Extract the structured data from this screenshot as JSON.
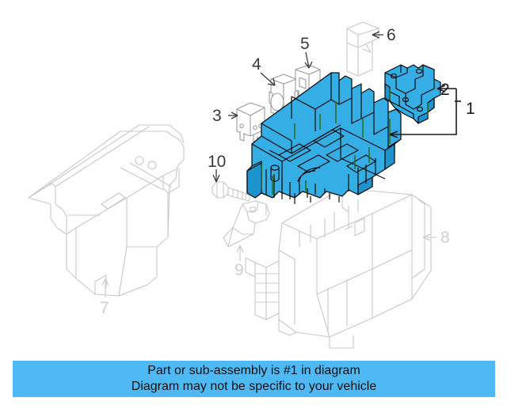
{
  "diagram": {
    "title": "Vehicle fuse box / relay box exploded parts diagram",
    "background_color": "#ffffff",
    "highlight_color": "#35aee6",
    "highlight_shadow_color": "#1f93cd",
    "ghost_outline_color": "#c8c8c8",
    "outline_color": "#9a9a9a",
    "callouts": [
      {
        "number": "1",
        "label_color": "#1a1a1a",
        "style": "bracket",
        "describes": "fuse-box-assembly-bracket",
        "highlighted": true
      },
      {
        "number": "2",
        "label_color": "#1a1a1a",
        "style": "arrow",
        "describes": "mounting-bracket",
        "highlighted": true
      },
      {
        "number": "3",
        "label_color": "#3a3a3a",
        "style": "arrow",
        "describes": "relay-small",
        "highlighted": false
      },
      {
        "number": "4",
        "label_color": "#3a3a3a",
        "style": "arrow",
        "describes": "relay-medium",
        "highlighted": false
      },
      {
        "number": "5",
        "label_color": "#3a3a3a",
        "style": "arrow",
        "describes": "blade-fuse",
        "highlighted": false
      },
      {
        "number": "6",
        "label_color": "#3a3a3a",
        "style": "arrow",
        "describes": "cartridge-fuse",
        "highlighted": false
      },
      {
        "number": "7",
        "label_color": "#cfcfcf",
        "style": "arrow",
        "describes": "fuse-box-cover",
        "highlighted": false
      },
      {
        "number": "8",
        "label_color": "#cfcfcf",
        "style": "arrow",
        "describes": "fuse-box-lower-tray",
        "highlighted": false
      },
      {
        "number": "9",
        "label_color": "#cfcfcf",
        "style": "arrow",
        "describes": "retaining-clip-bracket",
        "highlighted": false
      },
      {
        "number": "10",
        "label_color": "#3a3a3a",
        "style": "arrow",
        "describes": "mounting-bolt",
        "highlighted": false
      }
    ]
  },
  "banner": {
    "background_color": "#4fb9f5",
    "text_color": "#101010",
    "line1": "Part or sub-assembly is #1 in diagram",
    "line2": "Diagram may not be specific to your vehicle"
  }
}
